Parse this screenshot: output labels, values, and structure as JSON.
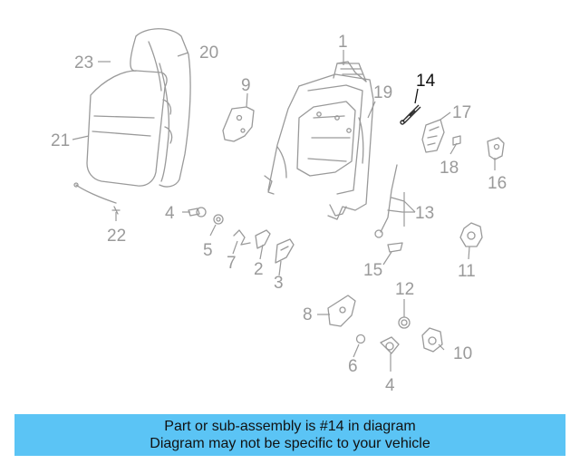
{
  "diagram": {
    "highlighted_part": "14",
    "callouts": {
      "c1": "1",
      "c2": "2",
      "c3": "3",
      "c4a": "4",
      "c4b": "4",
      "c5": "5",
      "c6": "6",
      "c7": "7",
      "c8": "8",
      "c9": "9",
      "c10": "10",
      "c11": "11",
      "c12": "12",
      "c13": "13",
      "c14": "14",
      "c15": "15",
      "c16": "16",
      "c17": "17",
      "c18": "18",
      "c19": "19",
      "c20": "20",
      "c21": "21",
      "c22": "22",
      "c23": "23"
    },
    "colors": {
      "line": "#9a9a9a",
      "highlight": "#111111"
    }
  },
  "banner": {
    "line1": "Part or sub-assembly is #14 in diagram",
    "line2": "Diagram may not be specific to your vehicle",
    "background": "#5bc4f5"
  }
}
